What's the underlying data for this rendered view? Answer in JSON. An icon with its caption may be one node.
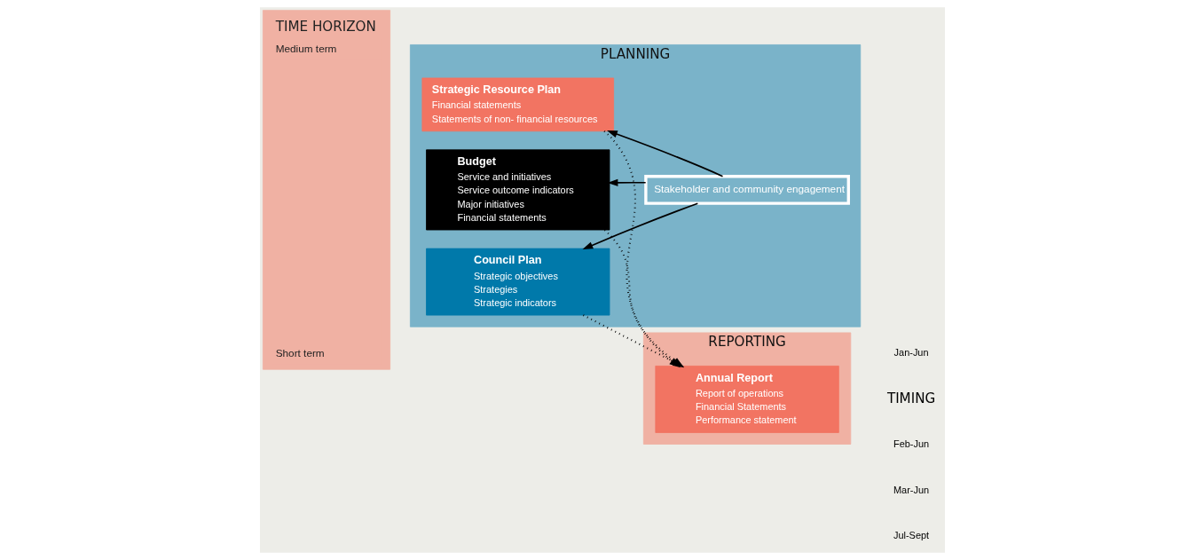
{
  "diagram": {
    "nodes": [
      {
        "text": [
          "TIME HORIZON",
          "Medium term",
          "Short term"
        ]
      },
      {
        "text": [
          "PLANNING"
        ]
      },
      {
        "text": [
          "Council Plan",
          "Strategic objectives",
          "Strategies",
          "Strategic indicators"
        ],
        "in": 1
      },
      {
        "text": [
          "Stakeholder and community engagement"
        ],
        "in": 1
      },
      {
        "text": [
          "Strategic Resource Plan",
          "Financial statements",
          "Statements of non- financial resources"
        ],
        "in": 1
      },
      {
        "text": [
          "Budget",
          "Service and initiatives",
          "Service outcome indicators",
          "Major initiatives",
          "Financial statements"
        ],
        "in": 1
      },
      {
        "text": [
          "REPORTING"
        ]
      },
      {
        "text": [
          "Annual Report",
          "Report of operations",
          "Financial Statements",
          "Performance statement"
        ],
        "in": 6
      }
    ],
    "edges": [
      {
        "from": 3,
        "to": 2,
        "arrow": "to"
      },
      {
        "from": 3,
        "to": 4,
        "arrow": "to"
      },
      {
        "from": 3,
        "to": 5,
        "arrow": "to"
      },
      {
        "from": 2,
        "to": 7,
        "arrow": "to",
        "style": "dashed"
      },
      {
        "from": 4,
        "to": 7,
        "arrow": "to",
        "style": "dashed"
      },
      {
        "from": 5,
        "to": 7,
        "arrow": "to",
        "style": "dashed"
      }
    ],
    "labels": [
      "TIMING",
      "Jan-Jun",
      "Feb-Jun",
      "Mar-Jun",
      "Jul-Sept"
    ]
  }
}
